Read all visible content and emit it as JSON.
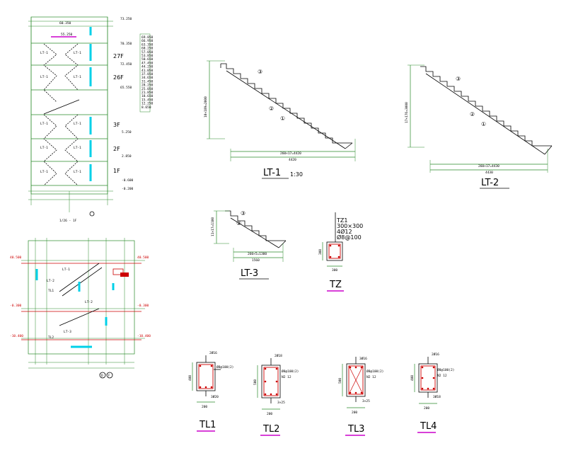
{
  "plan": {
    "dims_top": [
      "60.350",
      "55.250",
      "72.450"
    ],
    "elevations_top": [
      "73.250",
      "70.350",
      "72.450",
      "65.550"
    ],
    "floors": [
      "27F",
      "26F",
      "3F",
      "2F",
      "1F"
    ],
    "elevations_low": [
      "5.250",
      "2.850",
      "-0.600",
      "-0.200"
    ],
    "stair_label": "LT-1",
    "level_list": [
      "69.850",
      "66.950",
      "63.350",
      "60.250",
      "57.050",
      "53.850",
      "50.650",
      "47.450",
      "44.250",
      "41.050",
      "37.850",
      "34.650",
      "31.450",
      "28.250",
      "25.050",
      "21.850",
      "18.650",
      "15.450",
      "12.250",
      "8.650"
    ],
    "plan_caption": "1/26 - 1F"
  },
  "section": {
    "stair_labels": [
      "LT-1",
      "LT-2",
      "LT-2",
      "LT-3",
      "TL1",
      "TL2"
    ],
    "levels_left": [
      "40.500",
      "-0.300",
      "-10.400"
    ],
    "levels_right": [
      "40.500",
      "-0.300",
      "-10.400"
    ],
    "grid_labels": [
      "D",
      "F"
    ]
  },
  "lt1": {
    "title": "LT-1",
    "scale": "1:30",
    "height_dim": "10×189=2000",
    "run_dim": "260×17=4420",
    "total_dim": "4420",
    "bars": [
      "③",
      "②",
      "①"
    ]
  },
  "lt2": {
    "title": "LT-2",
    "height_dim": "17×176=3000",
    "run_dim": "260×17=4430",
    "total_dim": "4430"
  },
  "lt3": {
    "title": "LT-3",
    "height_dim": "11×17=1100",
    "run_dim": "260×5=1300",
    "total_dim": "1560"
  },
  "tz": {
    "title": "TZ",
    "notes": [
      "TZ1",
      "300×300",
      "4Ø12",
      "Ø8@100"
    ],
    "width": "300",
    "height": "300"
  },
  "beams": [
    {
      "title": "TL1",
      "top": "2Ø16",
      "stirrup": "Ø8@100(2)",
      "waist": "",
      "bottom": "3Ø20",
      "width": "200",
      "height": "400"
    },
    {
      "title": "TL2",
      "top": "2Ø18",
      "stirrup": "Ø8@100(2)",
      "waist": "N2 12",
      "bottom": "3×25",
      "width": "200",
      "height": "500"
    },
    {
      "title": "TL3",
      "top": "3Ø16",
      "stirrup": "Ø8@100(2)",
      "waist": "N2 12",
      "bottom": "3×25",
      "width": "200",
      "height": "500"
    },
    {
      "title": "TL4",
      "top": "2Ø16",
      "stirrup": "Ø8@100(2)",
      "waist": "N2 12",
      "bottom": "3Ø18",
      "width": "200",
      "height": "400"
    }
  ],
  "colors": {
    "accent": "#cc00cc",
    "rebar": "#cc0000",
    "grid": "#2a8a2a",
    "wall": "#00d0e8"
  }
}
